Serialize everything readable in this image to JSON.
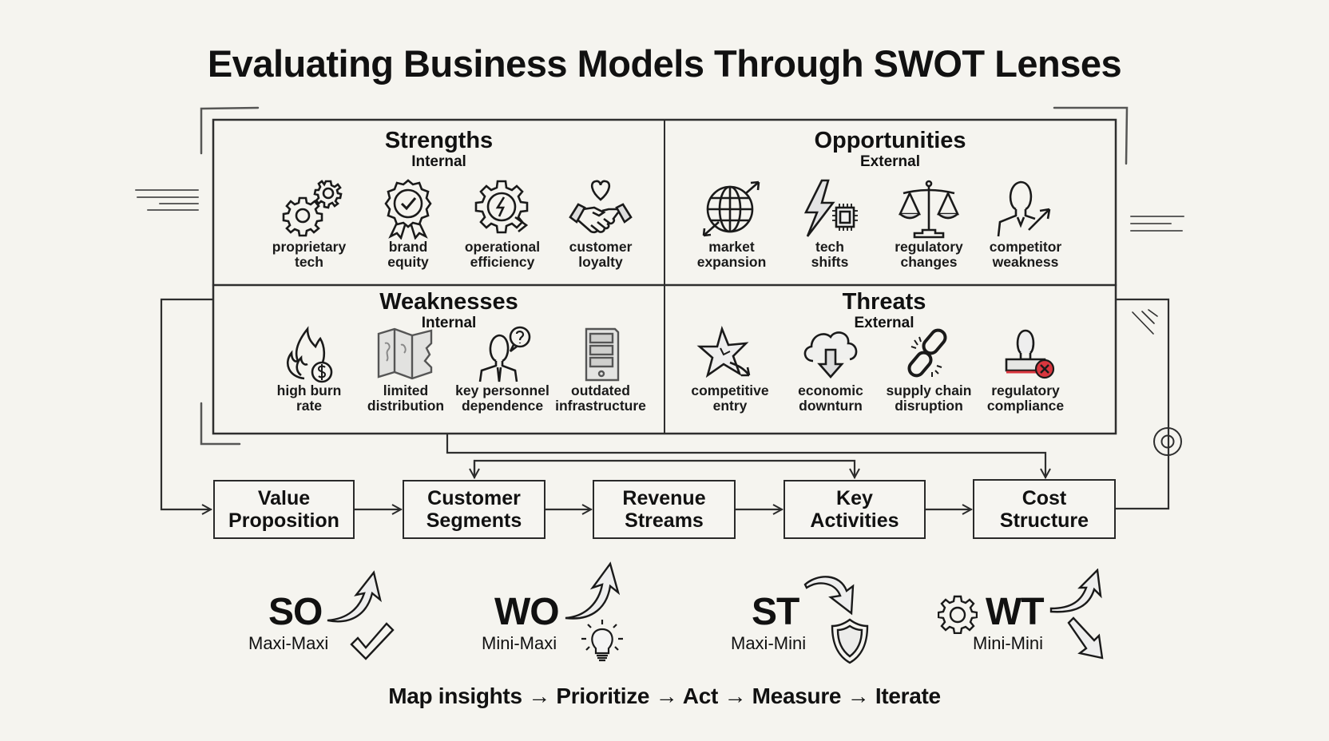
{
  "title": "Evaluating Business Models Through SWOT Lenses",
  "swot": {
    "strengths": {
      "title": "Strengths",
      "scope": "Internal",
      "items": [
        {
          "icon": "gears-icon",
          "line1": "proprietary",
          "line2": "tech"
        },
        {
          "icon": "award-ribbon-icon",
          "line1": "brand",
          "line2": "equity"
        },
        {
          "icon": "gear-bolt-icon",
          "line1": "operational",
          "line2": "efficiency"
        },
        {
          "icon": "handshake-heart-icon",
          "line1": "customer",
          "line2": "loyalty"
        }
      ]
    },
    "opportunities": {
      "title": "Opportunities",
      "scope": "External",
      "items": [
        {
          "icon": "globe-arrows-icon",
          "line1": "market",
          "line2": "expansion"
        },
        {
          "icon": "lightning-chip-icon",
          "line1": "tech",
          "line2": "shifts"
        },
        {
          "icon": "scales-icon",
          "line1": "regulatory",
          "line2": "changes"
        },
        {
          "icon": "person-arrow-icon",
          "line1": "competitor",
          "line2": "weakness"
        }
      ]
    },
    "weaknesses": {
      "title": "Weaknesses",
      "scope": "Internal",
      "items": [
        {
          "icon": "flame-dollar-icon",
          "line1": "high burn",
          "line2": "rate"
        },
        {
          "icon": "torn-map-icon",
          "line1": "limited",
          "line2": "distribution"
        },
        {
          "icon": "person-question-icon",
          "line1": "key personnel",
          "line2": "dependence"
        },
        {
          "icon": "server-icon",
          "line1": "outdated",
          "line2": "infrastructure"
        }
      ]
    },
    "threats": {
      "title": "Threats",
      "scope": "External",
      "items": [
        {
          "icon": "star-burst-icon",
          "line1": "competitive",
          "line2": "entry"
        },
        {
          "icon": "cloud-down-icon",
          "line1": "economic",
          "line2": "downturn"
        },
        {
          "icon": "broken-chain-icon",
          "line1": "supply chain",
          "line2": "disruption"
        },
        {
          "icon": "stamp-x-icon",
          "line1": "regulatory",
          "line2": "compliance"
        }
      ]
    }
  },
  "business_model": [
    {
      "line1": "Value",
      "line2": "Proposition"
    },
    {
      "line1": "Customer",
      "line2": "Segments"
    },
    {
      "line1": "Revenue",
      "line2": "Streams"
    },
    {
      "line1": "Key",
      "line2": "Activities"
    },
    {
      "line1": "Cost",
      "line2": "Structure"
    }
  ],
  "strategies": [
    {
      "code": "SO",
      "name": "Maxi-Maxi",
      "icons": [
        "arrow-up-right-icon",
        "checkmark-icon"
      ]
    },
    {
      "code": "WO",
      "name": "Mini-Maxi",
      "icons": [
        "arrow-up-right-icon",
        "lightbulb-icon"
      ]
    },
    {
      "code": "ST",
      "name": "Maxi-Mini",
      "icons": [
        "curved-arrow-down-icon",
        "shield-icon"
      ]
    },
    {
      "code": "WT",
      "name": "Mini-Mini",
      "icons": [
        "gear-icon",
        "arrow-up-right-icon",
        "arrow-down-right-icon"
      ]
    }
  ],
  "tagline": "Map insights → Prioritize → Act → Measure → Iterate",
  "colors": {
    "background": "#f5f4ef",
    "ink": "#111111",
    "line": "#2a2a2a",
    "accent_red": "#d9363e"
  }
}
